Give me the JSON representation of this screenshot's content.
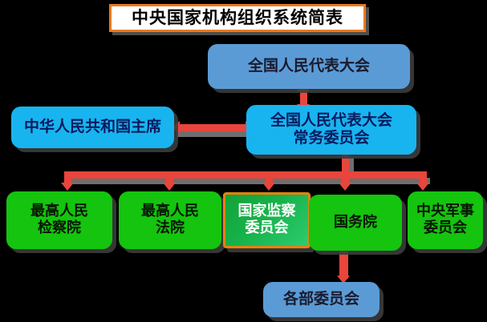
{
  "diagram": {
    "title": "中央国家机构组织系统简表",
    "background_color": "#000000",
    "accent_colors": {
      "title_border": "#E87A1E",
      "connector_red": "#E8453C",
      "connector_shadow": "#6E6E6E",
      "blue_muted": "#5B9BD5",
      "cyan_bright": "#18B4F0",
      "green": "#14C40E",
      "green_accent_border": "#E8820C"
    }
  },
  "nodes": {
    "npc": {
      "label": "全国人民代表大会",
      "style": "blue-muted"
    },
    "president": {
      "label": "中华人民共和国主席",
      "style": "cyan"
    },
    "npc_standing_committee": {
      "label": "全国人民代表大会\n常务委员会",
      "style": "cyan"
    },
    "supreme_procuratorate": {
      "label": "最高人民\n检察院",
      "style": "green"
    },
    "supreme_court": {
      "label": "最高人民\n法院",
      "style": "green"
    },
    "supervisory_commission": {
      "label": "国家监察\n委员会",
      "style": "green-accent"
    },
    "state_council": {
      "label": "国务院",
      "style": "green"
    },
    "central_military_commission": {
      "label": "中央军事\n委员会",
      "style": "green"
    },
    "ministries": {
      "label": "各部委员会",
      "style": "blue-muted"
    }
  },
  "connections": [
    {
      "from": "npc",
      "to": "npc_standing_committee",
      "kind": "vertical-double-arrow"
    },
    {
      "from": "president",
      "to": "npc_standing_committee",
      "kind": "horizontal-double-arrow"
    },
    {
      "from": "npc_standing_committee",
      "to": "supreme_procuratorate",
      "kind": "branch-down"
    },
    {
      "from": "npc_standing_committee",
      "to": "supreme_court",
      "kind": "branch-down"
    },
    {
      "from": "npc_standing_committee",
      "to": "supervisory_commission",
      "kind": "branch-down"
    },
    {
      "from": "npc_standing_committee",
      "to": "state_council",
      "kind": "branch-down"
    },
    {
      "from": "npc_standing_committee",
      "to": "central_military_commission",
      "kind": "branch-down"
    },
    {
      "from": "state_council",
      "to": "ministries",
      "kind": "vertical-arrow"
    }
  ]
}
